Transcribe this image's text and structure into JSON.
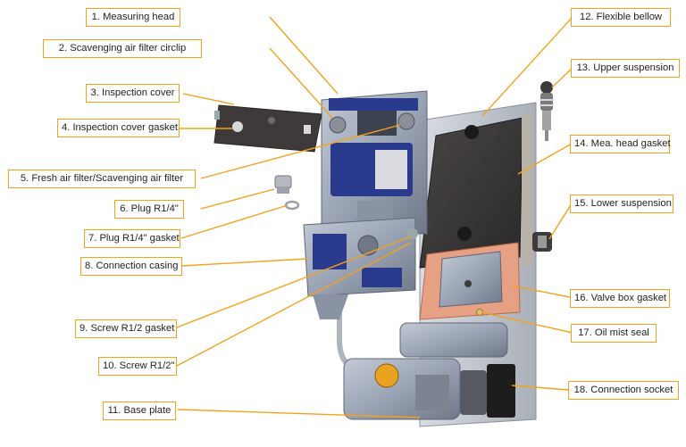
{
  "labels": {
    "l1": "1. Measuring head",
    "l2": "2. Scavenging air filter circlip",
    "l3": "3. Inspection cover",
    "l4": "4. Inspection cover gasket",
    "l5": "5. Fresh air filter/Scavenging air filter",
    "l6": "6. Plug R1/4\"",
    "l7": "7. Plug R1/4\" gasket",
    "l8": "8. Connection casing",
    "l9": "9. Screw R1/2 gasket",
    "l10": "10. Screw R1/2\"",
    "l11": "11. Base plate",
    "l12": "12. Flexible bellow",
    "l13": "13. Upper suspension",
    "l14": "14. Mea. head gasket",
    "l15": "15. Lower suspension",
    "l16": "16. Valve box gasket",
    "l17": "17. Oil mist seal",
    "l18": "18. Connection socket"
  },
  "colors": {
    "leader": "#f3a21c",
    "metal": "#9aa4b4",
    "metal_dark": "#6f7889",
    "gasket_dark": "#3a3838",
    "valve_box_gasket": "#e6a184",
    "label_blue": "#2a3a8c"
  }
}
